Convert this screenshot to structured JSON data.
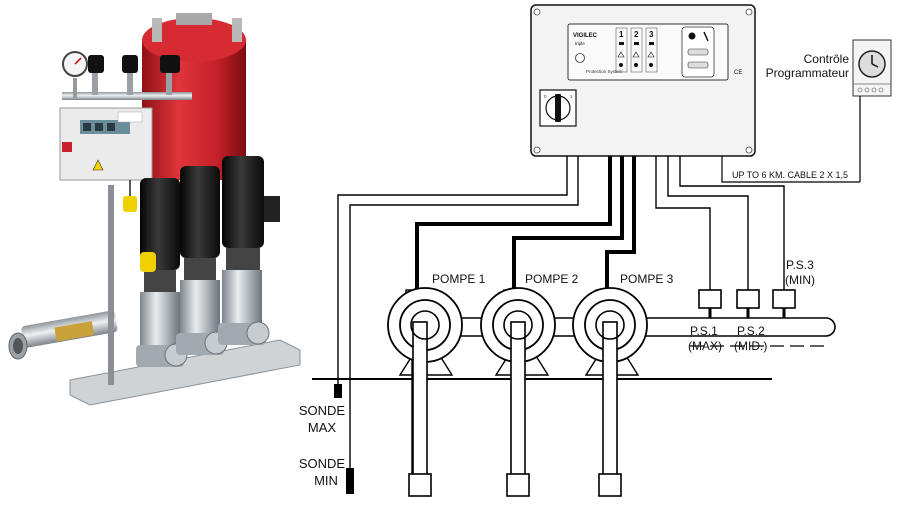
{
  "labels": {
    "pump1": "POMPE 1",
    "pump2": "POMPE 2",
    "pump3": "POMPE 3",
    "ps1_name": "P.S.1",
    "ps1_level": "(MAX)",
    "ps2_name": "P.S.2",
    "ps2_level": "(MID.)",
    "ps3_name": "P.S.3",
    "ps3_level": "(MIN)",
    "probe_max_line1": "SONDE",
    "probe_max_line2": "MAX",
    "probe_min_line1": "SONDE",
    "probe_min_line2": "MIN",
    "timer_line1": "Contrôle",
    "timer_line2": "Programmateur",
    "cable": "UP TO 6 KM. CABLE 2 X 1,5"
  },
  "panel": {
    "brand": "VIGILEC",
    "brand_sub": "triple",
    "channel_1": "1",
    "channel_2": "2",
    "channel_3": "3",
    "ce_mark": "CE",
    "tagline": "Protection System"
  },
  "colors": {
    "tank": "#c8222a",
    "pump_motor": "#1c1c1c",
    "pump_body": "#b9bfc4",
    "float": "#f0d000",
    "line": "#000000",
    "panel_face": "#f3f3f3"
  }
}
